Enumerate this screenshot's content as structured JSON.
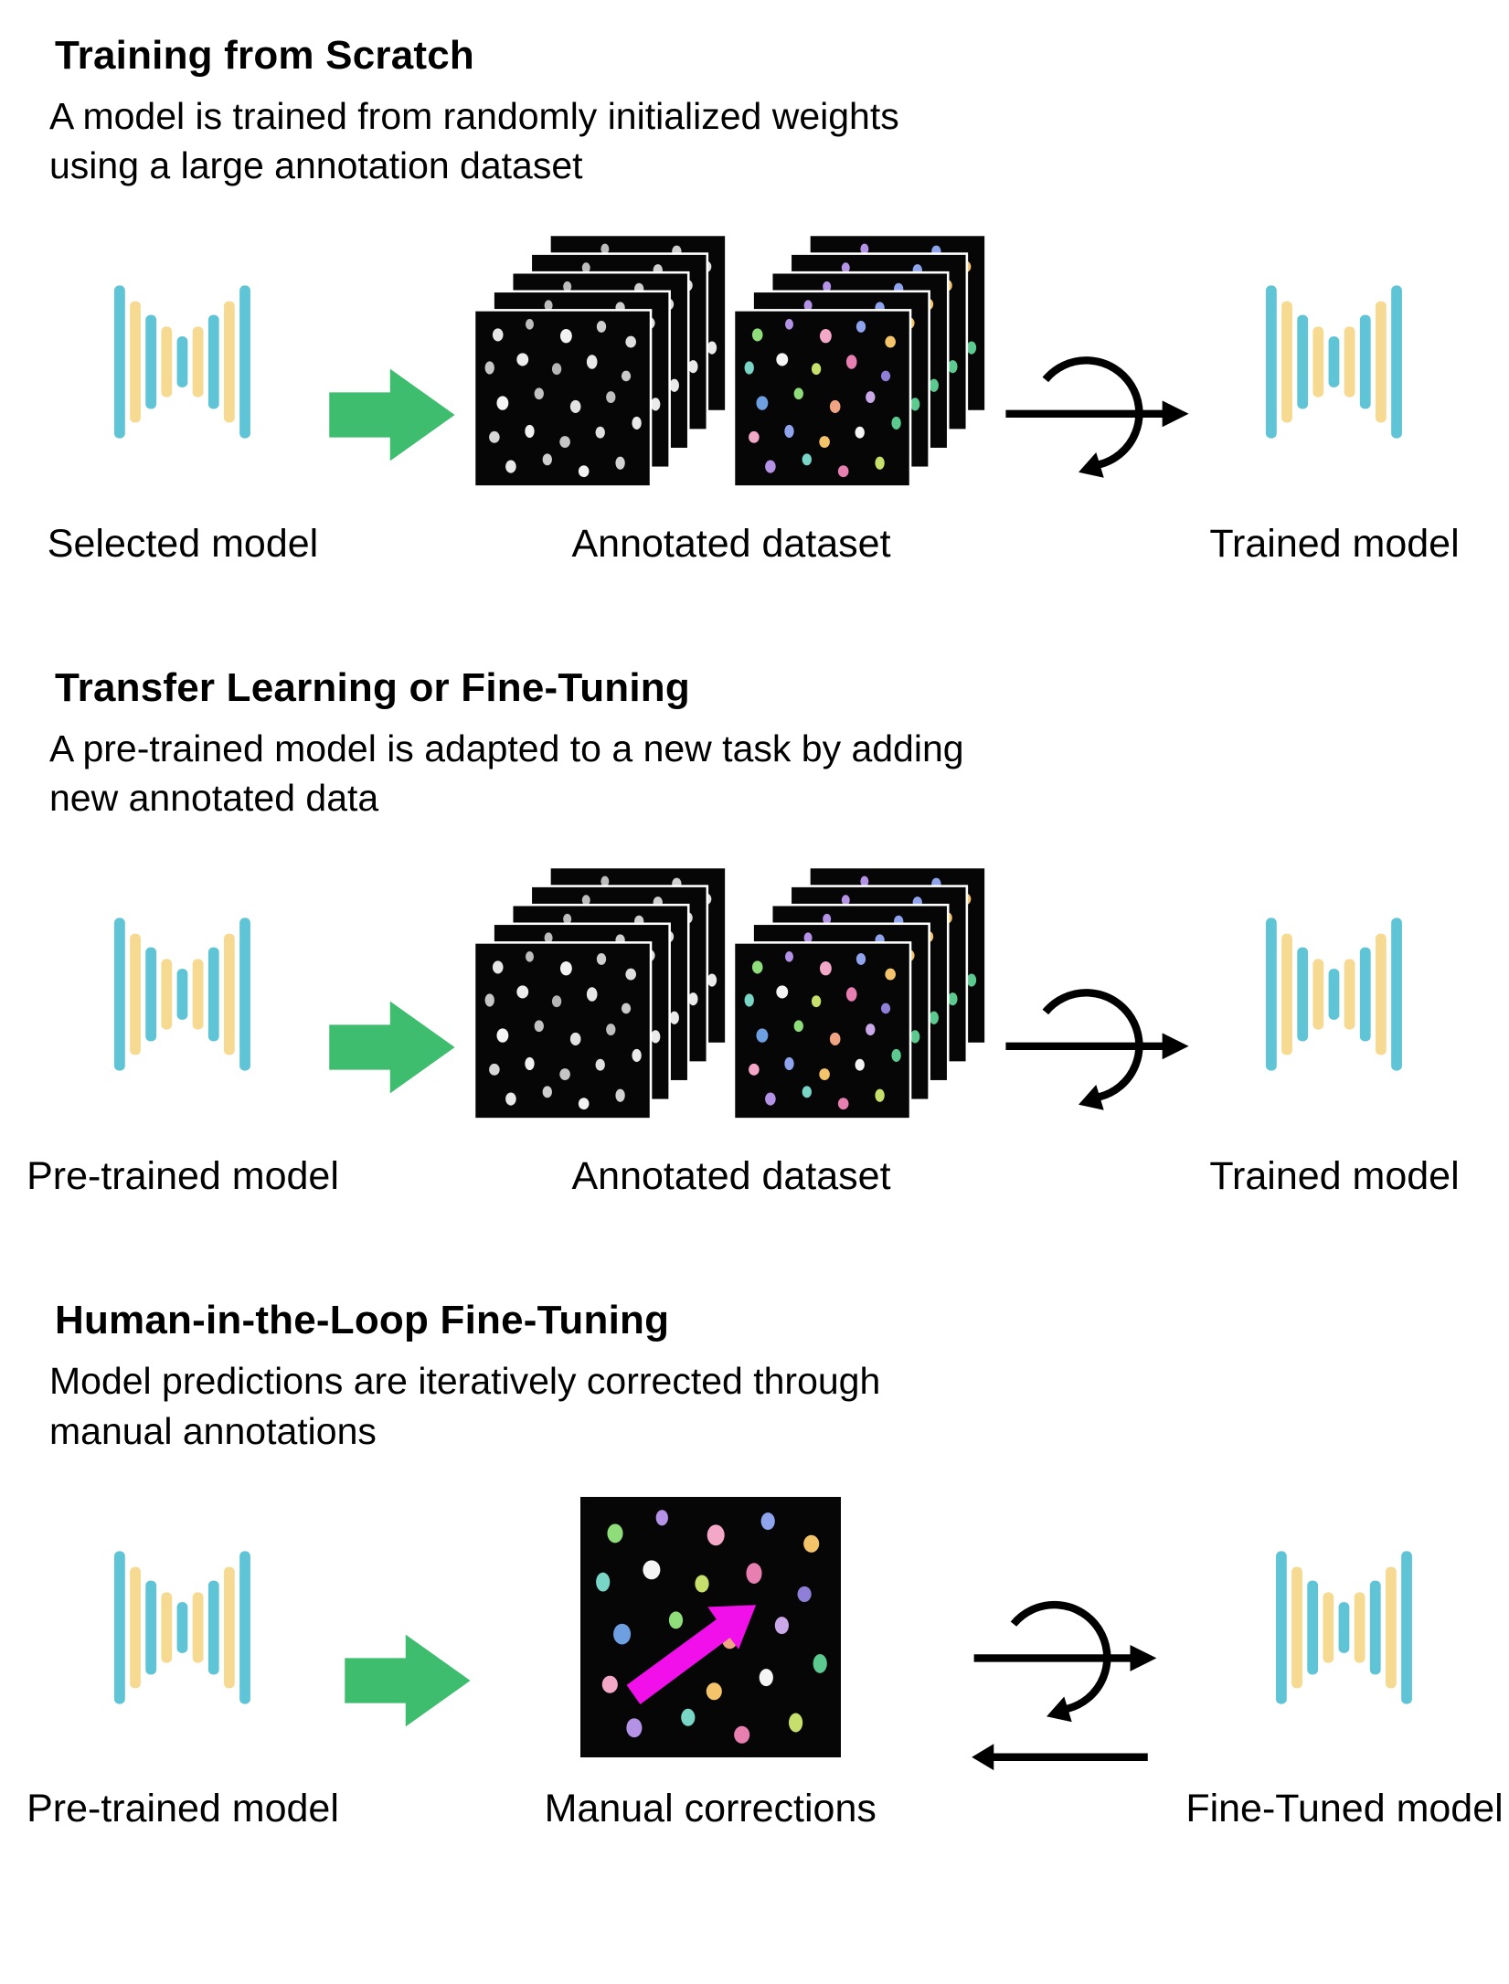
{
  "figure": {
    "sections": [
      {
        "title": "Training from Scratch",
        "description": "A model is trained from randomly initialized weights using a large annotation dataset",
        "labels": {
          "input": "Selected model",
          "data": "Annotated dataset",
          "output": "Trained model"
        }
      },
      {
        "title": "Transfer Learning or Fine-Tuning",
        "description": "A pre-trained model is adapted to a new task by adding new annotated data",
        "labels": {
          "input": "Pre-trained model",
          "data": "Annotated dataset",
          "output": "Trained model"
        }
      },
      {
        "title": "Human-in-the-Loop Fine-Tuning",
        "description": "Model predictions are iteratively corrected through manual annotations",
        "labels": {
          "input": "Pre-trained model",
          "data": "Manual corrections",
          "output": "Fine-Tuned model"
        }
      }
    ]
  },
  "colors": {
    "model_teal": "#5fc4d6",
    "model_yellow": "#f6da92",
    "arrow_green": "#3dbd6d",
    "magenta": "#f110e9",
    "ink": "#000000",
    "bg": "#ffffff"
  },
  "icons": {
    "model": "autoencoder-bars-icon",
    "flow_arrow": "green-right-arrow-icon",
    "dataset_grayscale": "grayscale-image-stack-icon",
    "dataset_labels": "labeled-image-stack-icon",
    "training_loop": "training-cycle-arrow-icon",
    "feedback": "feedback-left-arrow-icon",
    "correction": "magenta-correction-arrow-icon"
  }
}
